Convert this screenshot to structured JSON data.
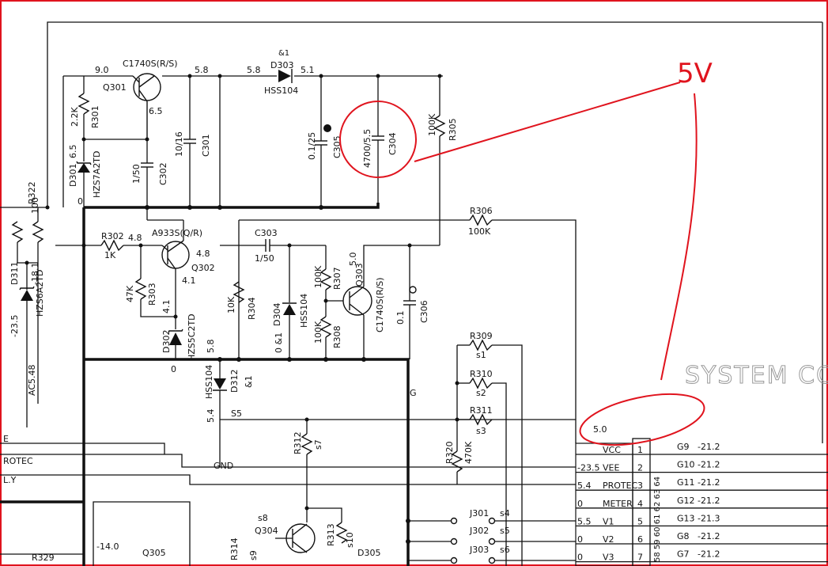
{
  "annotation": {
    "text": "5V",
    "color": "#e0141e"
  },
  "section_title": "SYSTEM CO",
  "labels": {
    "q301": "C1740S(R/S)",
    "q301_ref": "Q301",
    "d303": "D303",
    "d303_part": "HSS104",
    "d303_amp": "&1",
    "v90": "9.0",
    "v58a": "5.8",
    "v58b": "5.8",
    "v51": "5.1",
    "v65": "6.5",
    "r301": "R301",
    "r301_val": "2.2K",
    "c302": "C302",
    "c302_val": "1/50",
    "c301": "C301",
    "c301_val": "10/16",
    "c305": "C305",
    "c305_val": "0.1/25",
    "c304": "C304",
    "c304_val": "4700/5.5",
    "r305": "R305",
    "r305_val": "100K",
    "d301": "D301",
    "d301_v": "6.5",
    "d301_part": "HZS7A2TD",
    "zero_a": "0",
    "r322": "R322",
    "r322_val": "100",
    "r306": "R306",
    "r306_val": "100K",
    "r302": "R302",
    "r302_val": "1K",
    "v48a": "4.8",
    "q302_part": "A933S(Q/R)",
    "q302": "Q302",
    "v48b": "4.8",
    "c303": "C303",
    "c303_val": "1/50",
    "v50": "5.0",
    "q303": "Q303",
    "q303_part": "C1740S(R/S)",
    "r307": "R307",
    "r307_val": "100K",
    "r303": "R303",
    "r303_val": "47K",
    "v41a": "4.1",
    "v41b": "4.1",
    "r304": "R304",
    "r304_val": "10K",
    "d304": "D304",
    "d304_part": "HSS104",
    "d304_v": "0 &1",
    "r308": "R308",
    "r308_val": "100K",
    "c306": "C306",
    "c306_val": "0.1",
    "d302": "D302",
    "d302_part": "HZS5C2TD",
    "zero_b": "0",
    "v58c": "5.8",
    "d311": "D311",
    "d311_v": "-18.1",
    "d311_v2": "-23.5",
    "d311_part": "HZS6A2TD",
    "ac548": "AC5.48",
    "d312": "D312",
    "d312_part": "HSS104",
    "d312_amp": "&1",
    "v54": "5.4",
    "s5": "S5",
    "g": "G",
    "gnd": "GND",
    "r312": "R312",
    "r312_s": "s7",
    "r309": "R309",
    "r309_s": "s1",
    "r310": "R310",
    "r310_s": "s2",
    "r311": "R311",
    "r311_s": "s3",
    "r320": "R320",
    "r320_val": "470K",
    "j301": "J301",
    "j301_s": "s4",
    "j302": "J302",
    "j302_s": "s5",
    "j303": "J303",
    "j303_s": "s6",
    "q304": "Q304",
    "q304_s": "s8",
    "r313": "R313",
    "r313_s": "s10",
    "d305": "D305",
    "r329": "R329",
    "q305": "Q305",
    "v140": "-14.0",
    "r314": "R314",
    "r314_s": "s9",
    "left_protec": "ROTEC",
    "left_ly": "L.Y",
    "left_e": "E",
    "vcc_val": "5.0",
    "vcc": "VCC"
  },
  "connector": {
    "rows": [
      {
        "value": "",
        "name": "VCC",
        "pin": "1",
        "grid": "G9",
        "g_val": "-21.2"
      },
      {
        "value": "-23.5",
        "name": "VEE",
        "pin": "2",
        "grid": "G10",
        "g_val": "-21.2"
      },
      {
        "value": "5.4",
        "name": "PROTEC",
        "pin": "3",
        "grid": "G11",
        "g_val": "-21.2"
      },
      {
        "value": "0",
        "name": "METER",
        "pin": "4",
        "grid": "G12",
        "g_val": "-21.2"
      },
      {
        "value": "5.5",
        "name": "V1",
        "pin": "5",
        "grid": "G13",
        "g_val": "-21.3"
      },
      {
        "value": "0",
        "name": "V2",
        "pin": "6",
        "grid": "G8",
        "g_val": "-21.2"
      },
      {
        "value": "0",
        "name": "V3",
        "pin": "7",
        "grid": "G7",
        "g_val": "-21.2"
      }
    ],
    "pin_numbers_rotated": "58 59 60 61 62 63 64"
  }
}
